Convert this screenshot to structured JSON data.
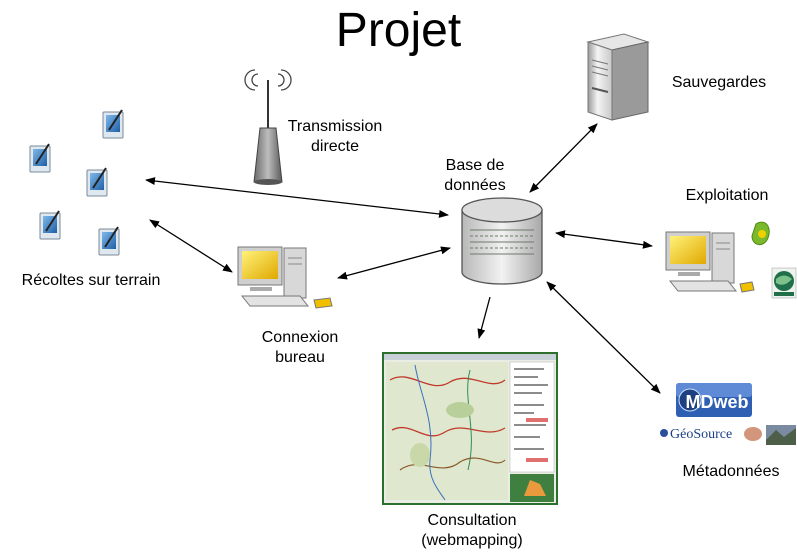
{
  "title": "Projet",
  "nodes": {
    "recoltes": {
      "label": "Récoltes sur terrain",
      "icon": "tablet-icon"
    },
    "transmission": {
      "label_line1": "Transmission",
      "label_line2": "directe",
      "icon": "antenna-tower-icon"
    },
    "database": {
      "label_line1": "Base de",
      "label_line2": "données",
      "icon": "database-icon"
    },
    "sauvegardes": {
      "label": "Sauvegardes",
      "icon": "server-icon"
    },
    "exploitation": {
      "label": "Exploitation",
      "icon": "workstation-icon"
    },
    "connexion": {
      "label_line1": "Connexion",
      "label_line2": "bureau",
      "icon": "workstation-icon"
    },
    "consultation": {
      "label_line1": "Consultation",
      "label_line2": "(webmapping)",
      "icon": "map-screenshot-icon"
    },
    "metadonnees": {
      "label": "Métadonnées",
      "logo1": "MDweb",
      "logo2": "GéoSource"
    }
  },
  "colors": {
    "arrow": "#000000",
    "monitor_screen": "#f5c800",
    "tablet_screen": "#3b86c9",
    "mdweb_blue": "#2f5fb3"
  }
}
